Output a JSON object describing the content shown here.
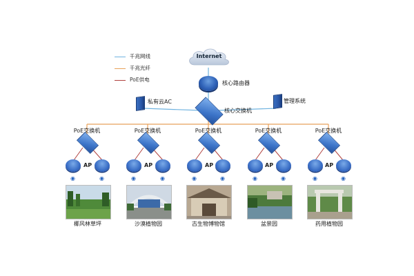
{
  "legend": {
    "items": [
      {
        "label": "千兆网线",
        "color": "#6fb3e0"
      },
      {
        "label": "千兆光纤",
        "color": "#e8a15a"
      },
      {
        "label": "PoE供电",
        "color": "#b0413e"
      }
    ]
  },
  "nodes": {
    "internet": "Internet",
    "core_router": "核心路由器",
    "core_switch": "核心交换机",
    "private_cloud_ac": "私有云AC",
    "management_system": "管理系统"
  },
  "branches": [
    {
      "switch_label": "PoE交换机",
      "ap_label": "AP",
      "site": "椰风林草坪"
    },
    {
      "switch_label": "PoE交换机",
      "ap_label": "AP",
      "site": "沙漠植物园"
    },
    {
      "switch_label": "PoE交换机",
      "ap_label": "AP",
      "site": "古生物博物馆"
    },
    {
      "switch_label": "PoE交换机",
      "ap_label": "AP",
      "site": "盆景园"
    },
    {
      "switch_label": "PoE交换机",
      "ap_label": "AP",
      "site": "药用植物园"
    }
  ]
}
